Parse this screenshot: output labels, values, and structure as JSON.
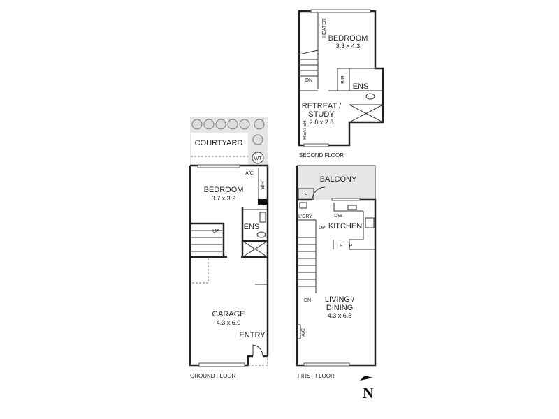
{
  "ground_floor": {
    "title": "GROUND FLOOR",
    "rooms": {
      "courtyard": "COURTYARD",
      "wt": "WT",
      "ac": "A/C",
      "bedroom": "BEDROOM",
      "bedroom_size": "3.7 x 3.2",
      "bir": "BIR",
      "ens": "ENS",
      "up": "UP",
      "garage": "GARAGE",
      "garage_size": "4.3 x 6.0",
      "entry": "ENTRY"
    }
  },
  "first_floor": {
    "title": "FIRST FLOOR",
    "rooms": {
      "balcony": "BALCONY",
      "s": "S",
      "dw": "DW",
      "laundry": "L'DRY",
      "up": "UP",
      "kitchen": "KITCHEN",
      "f": "F",
      "p": "P",
      "dn": "DN",
      "living": "LIVING /",
      "dining": "DINING",
      "living_size": "4.3 x 6.5",
      "ac": "A/C"
    }
  },
  "second_floor": {
    "title": "SECOND FLOOR",
    "rooms": {
      "heater_1": "HEATER",
      "bedroom": "BEDROOM",
      "bedroom_size": "3.3 x 4.3",
      "dn": "DN",
      "bir": "BIR",
      "ens": "ENS",
      "retreat": "RETREAT /",
      "study": "STUDY",
      "study_size": "2.8 x 2.8",
      "heater_2": "HEATER"
    }
  },
  "compass": {
    "label": "N"
  }
}
